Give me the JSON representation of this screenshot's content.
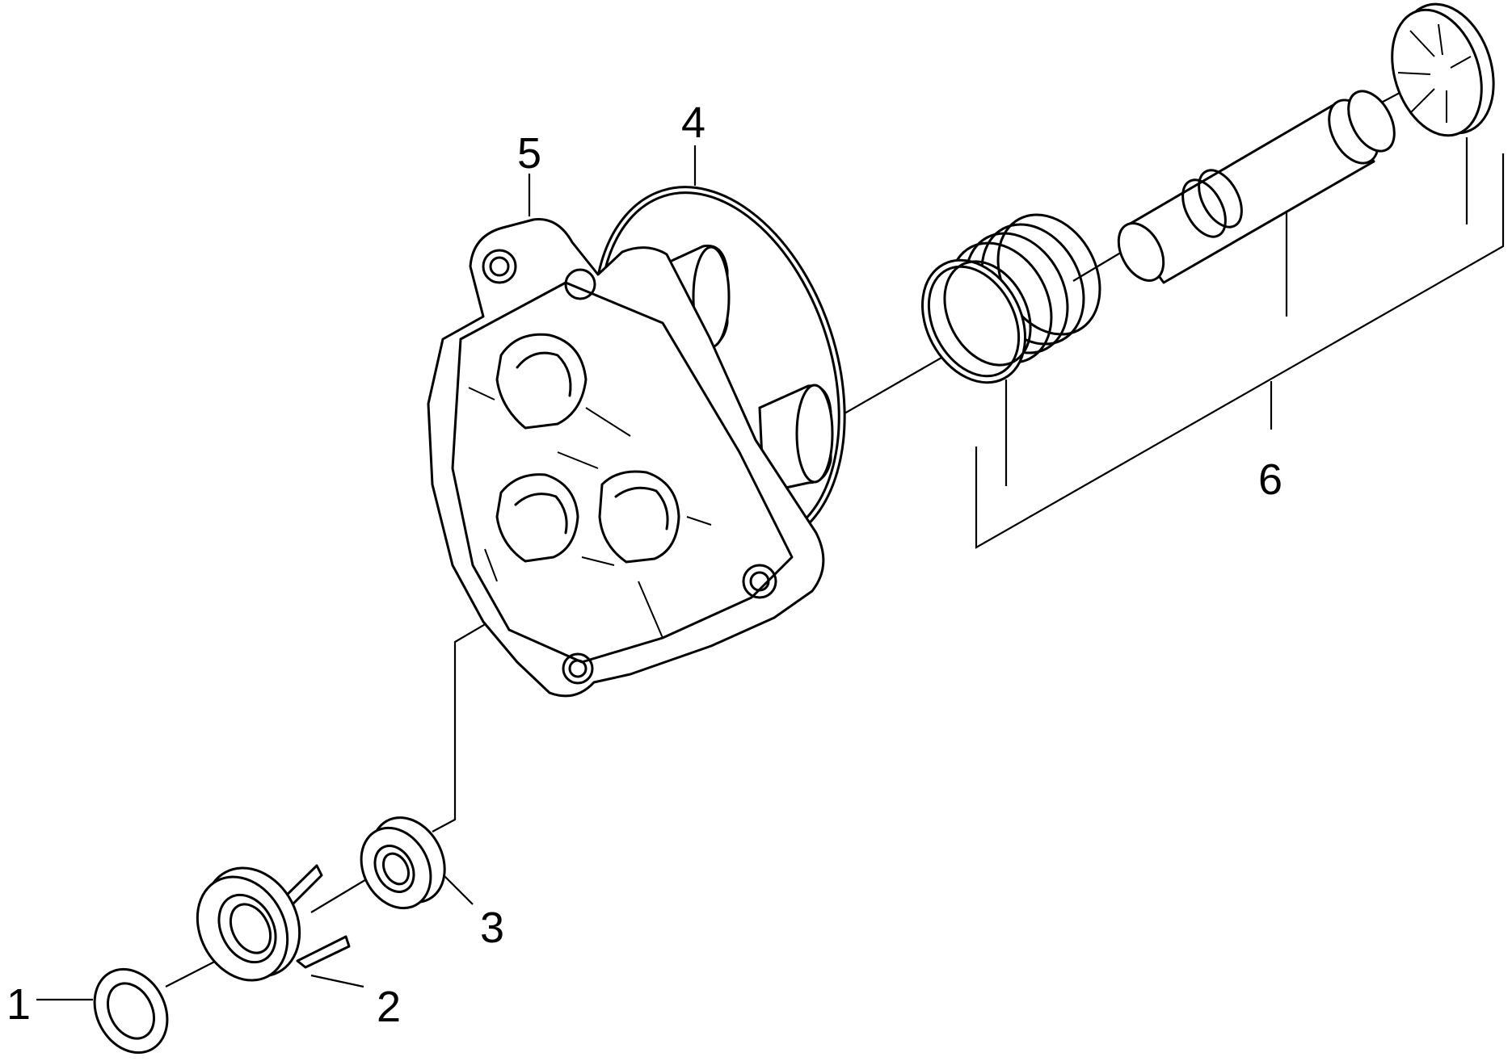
{
  "diagram": {
    "labels": {
      "part1": "1",
      "part2": "2",
      "part3": "3",
      "part4": "4",
      "part5": "5",
      "part6": "6"
    }
  }
}
